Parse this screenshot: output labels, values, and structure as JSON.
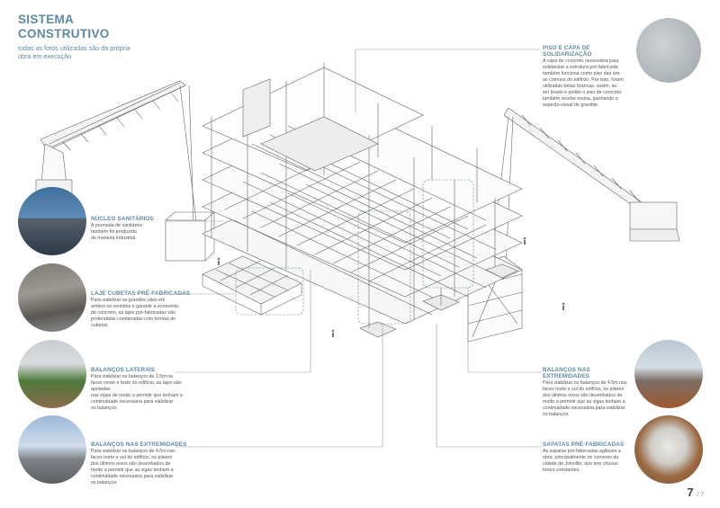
{
  "header": {
    "title_line1": "SISTEMA",
    "title_line2": "CONSTRUTIVO",
    "subtitle": "todas as fotos utilizadas são da própria obra em execução"
  },
  "callouts": {
    "piso": {
      "label": "PISO E CAPA DE SOLIDARIZAÇÃO",
      "lines": [
        "A capa de concreto necessária para",
        "solidarizar a estrutura pré-fabricada",
        "também funciona como piso das áre-",
        "as comuns do edifício. Por isso, foram",
        "utilizadas britas brancas, assim, ao",
        "ser lixado e polido o piso de concreto",
        "também recebe resina, ganhando o",
        "aspecto visual de granilite."
      ]
    },
    "nucleo": {
      "label": "NÚCLEO SANITÁRIOS",
      "lines": [
        "A prumada de sanitários",
        "também foi produzida",
        "de maneira industrial."
      ]
    },
    "laje": {
      "label": "LAJE CUBETAS PRÉ-FABRICADAS",
      "lines": [
        "Para viabilizar os grandes vãos em",
        "ambos os sentidos e garantir a economia",
        "de concreto, as lajes pré-fabricadas são",
        "protendidas combinadas com formas de",
        "cubetas."
      ]
    },
    "balancos_laterais": {
      "label": "BALANÇOS LATERAIS",
      "lines": [
        "Para viabilizar os balanços de 1.5m na",
        "faces oeste e leste do edifício, as lajes são apoiadas",
        "nas vigas de modo a permitir que tenham a",
        "continuidade necessária para viabilizar",
        "os balanços."
      ]
    },
    "balancos_extremidades_left": {
      "label": "BALANÇOS NAS EXTREMIDADES",
      "lines": [
        "Para viabilizar os balanços de 4.5m nas",
        "faces norte e sul do edifício, os pilares",
        "dos últimos eixos são desenhados de",
        "modo a permitir que as vigas tenham a",
        "continuidade necessária para viabilizar",
        "os balanços."
      ]
    },
    "balancos_extremidades_right": {
      "label": "BALANÇOS NAS EXTREMIDADES",
      "lines": [
        "Para viabilizar os balanços de 4.5m nas",
        "faces norte e sul do edifício, os pilares",
        "dos últimos eixos são desenhados de",
        "modo a permitir que as vigas tenham a",
        "continuidade necessária para viabilizar",
        "os balanços."
      ]
    },
    "sapatas": {
      "label": "SAPATAS PRÉ-FABRICADAS",
      "lines": [
        "As sapatas pré-fabricadas agilizam a",
        "obra, principalmente no contexto da",
        "cidade de Joinville, que tem chuvas",
        "fortes constantes."
      ]
    }
  },
  "page": {
    "current": "7",
    "total": "/ 7"
  },
  "colors": {
    "accent": "#5d8aa0",
    "line": "#8a8a8a",
    "drawing": "#555555"
  }
}
